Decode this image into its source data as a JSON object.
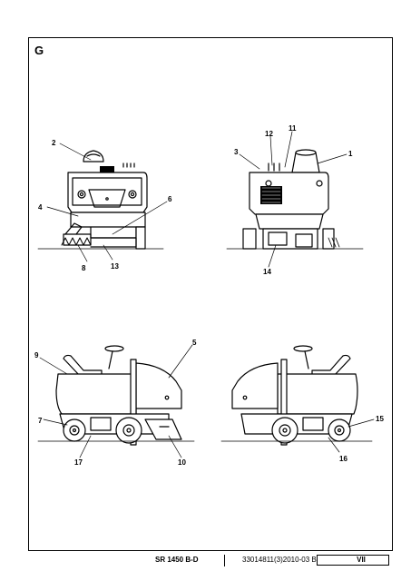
{
  "section_letter": "G",
  "callouts": {
    "front": [
      "2",
      "4",
      "6",
      "8",
      "13"
    ],
    "rear": [
      "1",
      "3",
      "11",
      "12",
      "14"
    ],
    "left": [
      "5",
      "7",
      "9",
      "10",
      "17"
    ],
    "right": [
      "15",
      "16"
    ]
  },
  "footer": {
    "model": "SR 1450 B-D",
    "doc_code": "33014811(3)2010-03 B",
    "page": "VII"
  }
}
